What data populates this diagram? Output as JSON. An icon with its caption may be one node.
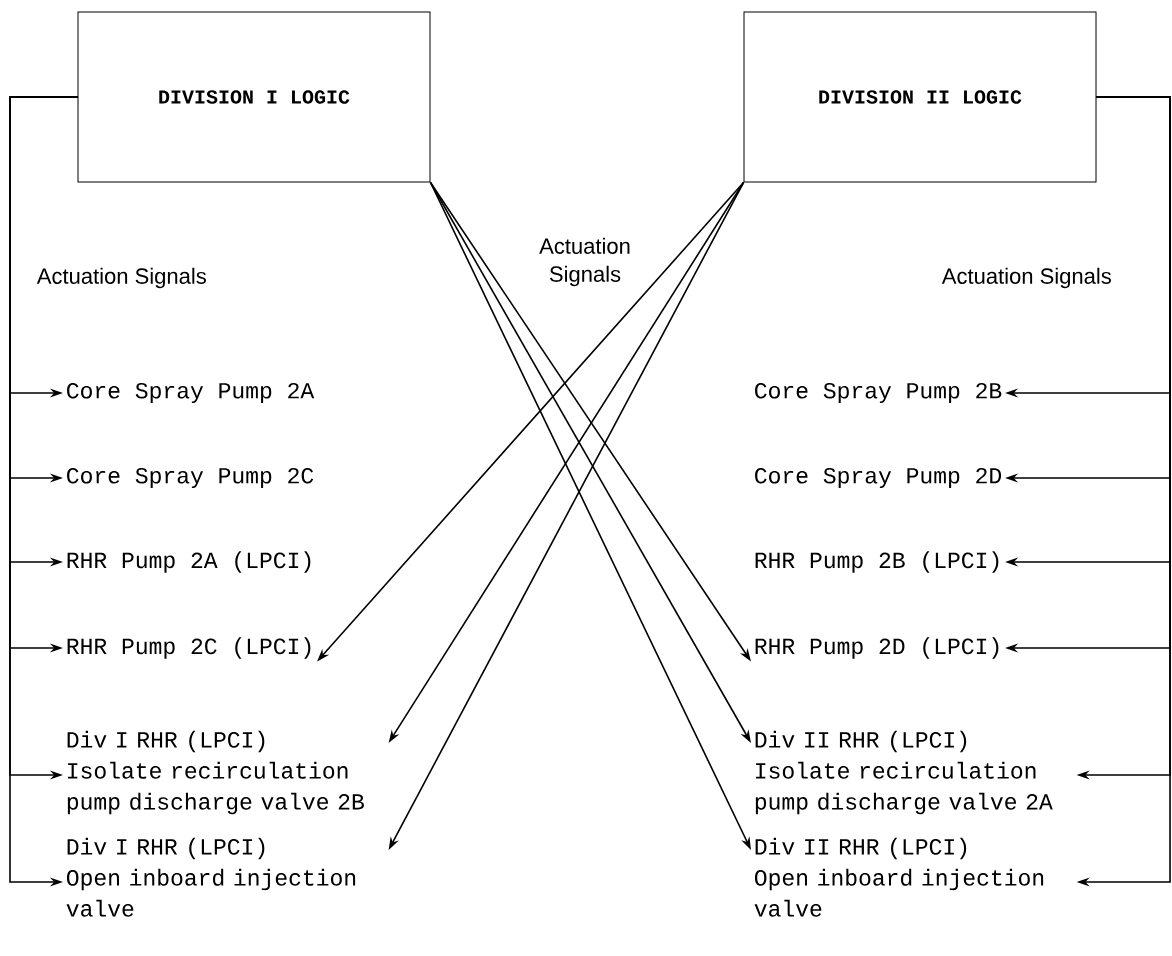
{
  "diagram": {
    "nodes": [
      {
        "text": [
          "DIVISION I LOGIC"
        ]
      },
      {
        "text": [
          "DIVISION II LOGIC"
        ]
      },
      {
        "text": [
          "Core Spray Pump 2A"
        ]
      },
      {
        "text": [
          "Core Spray Pump 2C"
        ]
      },
      {
        "text": [
          "RHR Pump 2A (LPCI)"
        ]
      },
      {
        "text": [
          "RHR Pump 2C (LPCI)"
        ]
      },
      {
        "text": [
          "Div I RHR (LPCI)",
          "Isolate recirculation pump discharge valve 2B"
        ]
      },
      {
        "text": [
          "Div I RHR (LPCI)",
          "Open inboard injection valve"
        ]
      },
      {
        "text": [
          "Core Spray Pump 2B"
        ]
      },
      {
        "text": [
          "Core Spray Pump 2D"
        ]
      },
      {
        "text": [
          "RHR Pump 2B (LPCI)"
        ]
      },
      {
        "text": [
          "RHR Pump 2D (LPCI)"
        ]
      },
      {
        "text": [
          "Div II RHR (LPCI)",
          "Isolate recirculation pump discharge valve 2A"
        ]
      },
      {
        "text": [
          "Div II RHR (LPCI)",
          "Open inboard injection valve"
        ]
      }
    ],
    "edges": [
      {
        "from": 0,
        "to": 2,
        "arrow": "to"
      },
      {
        "from": 0,
        "to": 3,
        "arrow": "to"
      },
      {
        "from": 0,
        "to": 4,
        "arrow": "to"
      },
      {
        "from": 0,
        "to": 5,
        "arrow": "to"
      },
      {
        "from": 0,
        "to": 6,
        "arrow": "to"
      },
      {
        "from": 0,
        "to": 7,
        "arrow": "to"
      },
      {
        "from": 0,
        "to": 11,
        "arrow": "to"
      },
      {
        "from": 0,
        "to": 12,
        "arrow": "to"
      },
      {
        "from": 0,
        "to": 13,
        "arrow": "to"
      },
      {
        "from": 1,
        "to": 5,
        "arrow": "to"
      },
      {
        "from": 1,
        "to": 6,
        "arrow": "to"
      },
      {
        "from": 1,
        "to": 7,
        "arrow": "to"
      },
      {
        "from": 1,
        "to": 8,
        "arrow": "to"
      },
      {
        "from": 1,
        "to": 9,
        "arrow": "to"
      },
      {
        "from": 1,
        "to": 10,
        "arrow": "to"
      },
      {
        "from": 1,
        "to": 11,
        "arrow": "to"
      },
      {
        "from": 1,
        "to": 12,
        "arrow": "to"
      },
      {
        "from": 1,
        "to": 13,
        "arrow": "to"
      }
    ],
    "labels": [
      "Actuation Signals",
      "Actuation Signals",
      "Actuation Signals"
    ]
  }
}
